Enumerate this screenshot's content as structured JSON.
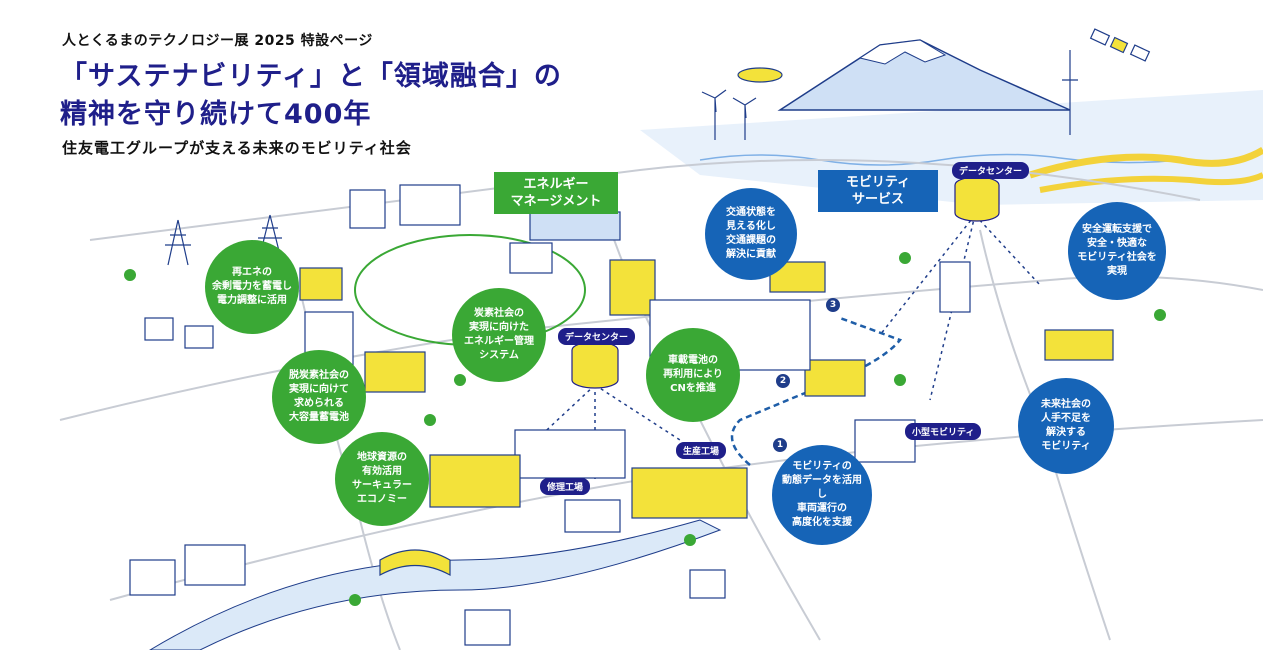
{
  "header": {
    "event_title": "人とくるまのテクノロジー展 2025 特設ページ",
    "headline_line1": "「サステナビリティ」と「領域融合」の",
    "headline_line2": "精神を守り続けて400年",
    "subtitle": "住友電工グループが支える未来のモビリティ社会"
  },
  "categories": {
    "energy": "エネルギー\nマネージメント",
    "mobility": "モビリティ\nサービス"
  },
  "bubbles": {
    "renewable": "再エネの\n余剰電力を蓄電し\n電力調整に活用",
    "decarbon_battery": "脱炭素社会の\n実現に向けて\n求められる\n大容量蓄電池",
    "circular": "地球資源の\n有効活用\nサーキュラー\nエコノミー",
    "energy_system": "炭素社会の\n実現に向けた\nエネルギー管理\nシステム",
    "battery_reuse": "車載電池の\n再利用により\nCNを推進",
    "traffic": "交通状態を\n見える化し\n交通課題の\n解決に貢献",
    "safe_driving": "安全運転支援で\n安全・快適な\nモビリティ社会を\n実現",
    "labor_shortage": "未来社会の\n人手不足を\n解決する\nモビリティ",
    "dynamic_data": "モビリティの\n動態データを活用し\n車両運行の\n高度化を支援"
  },
  "labels": {
    "datacenter_left": "データセンター",
    "datacenter_right": "データセンター",
    "factory": "生産工場",
    "repair": "修理工場",
    "small_mobility": "小型モビリティ"
  },
  "steps": [
    "1",
    "2",
    "3"
  ],
  "colors": {
    "green": "#3aa835",
    "blue": "#1664b7",
    "navy": "#1f1f8a",
    "yellow": "#f3e23a"
  }
}
